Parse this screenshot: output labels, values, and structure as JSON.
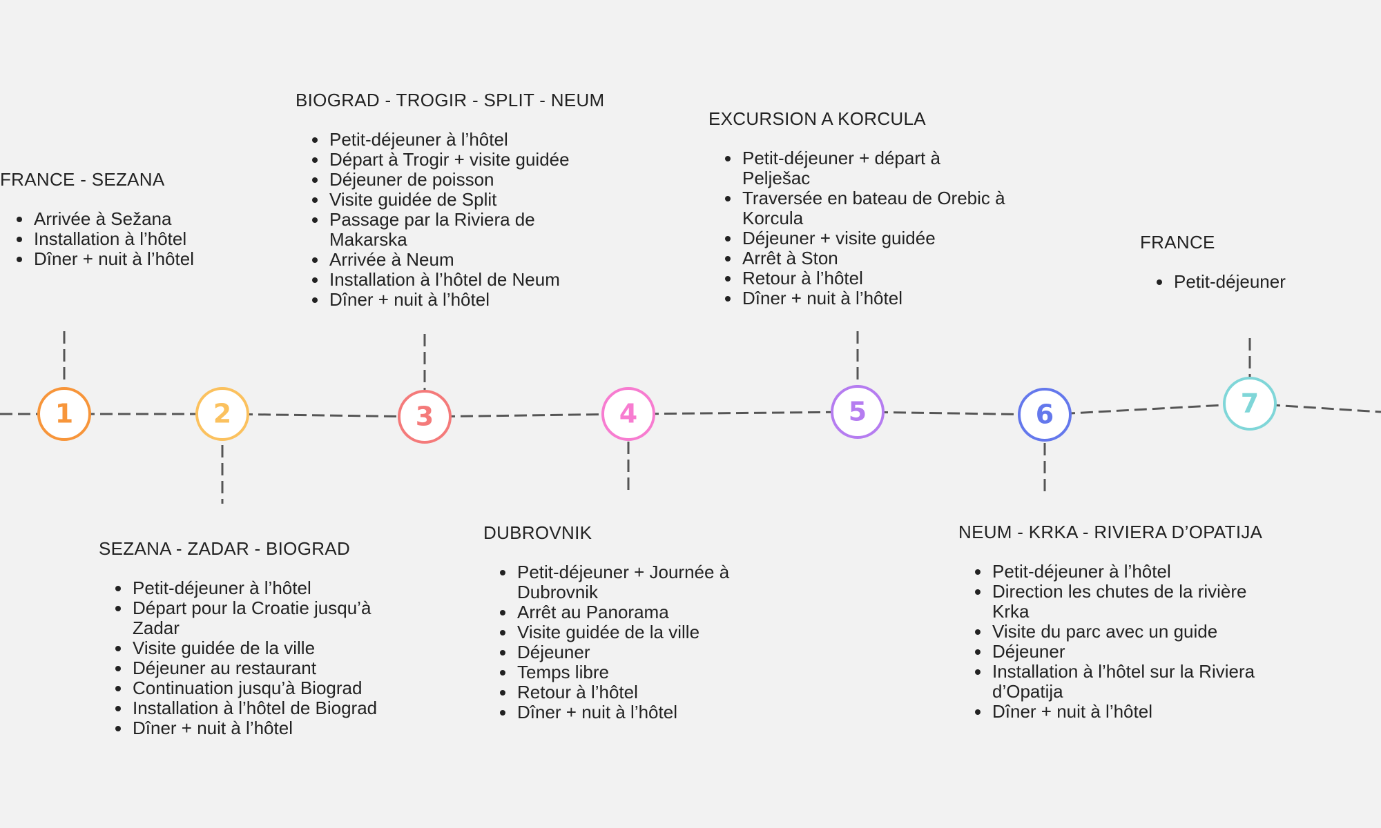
{
  "colors": {
    "background": "#f2f2f2",
    "connector": "#555555",
    "text": "#222222",
    "day_1": "#f7953a",
    "day_2": "#fbc15e",
    "day_3": "#f47a7a",
    "day_4": "#f77cd0",
    "day_5": "#b57cf0",
    "day_6": "#6478ec",
    "day_7": "#7fd6d8"
  },
  "days": [
    {
      "number": "1",
      "title": "FRANCE - SEZANA",
      "items": [
        "Arrivée à Sežana",
        "Installation à l’hôtel",
        "Dîner + nuit à l’hôtel"
      ]
    },
    {
      "number": "2",
      "title": "SEZANA - ZADAR - BIOGRAD",
      "items": [
        "Petit-déjeuner à l’hôtel",
        "Départ pour la Croatie jusqu’à Zadar",
        "Visite guidée de la ville",
        "Déjeuner au restaurant",
        "Continuation jusqu’à Biograd",
        "Installation à l’hôtel de Biograd",
        "Dîner + nuit à l’hôtel"
      ]
    },
    {
      "number": "3",
      "title": "BIOGRAD - TROGIR - SPLIT - NEUM",
      "items": [
        "Petit-déjeuner à l’hôtel",
        "Départ à Trogir + visite guidée",
        "Déjeuner de poisson",
        "Visite guidée de Split",
        "Passage par la Riviera de Makarska",
        "Arrivée à Neum",
        "Installation à l’hôtel de Neum",
        "Dîner + nuit à l’hôtel"
      ]
    },
    {
      "number": "4",
      "title": "DUBROVNIK",
      "items": [
        "Petit-déjeuner + Journée à Dubrovnik",
        "Arrêt au Panorama",
        "Visite guidée de la ville",
        "Déjeuner",
        "Temps libre",
        "Retour à l’hôtel",
        "Dîner + nuit à l’hôtel"
      ]
    },
    {
      "number": "5",
      "title": "EXCURSION A KORCULA",
      "items": [
        "Petit-déjeuner + départ à Pelješac",
        "Traversée en bateau de Orebic à Korcula",
        "Déjeuner + visite guidée",
        "Arrêt à Ston",
        "Retour à l’hôtel",
        "Dîner + nuit à l’hôtel"
      ]
    },
    {
      "number": "6",
      "title": "NEUM  - KRKA - RIVIERA D’OPATIJA",
      "items": [
        "Petit-déjeuner à l’hôtel",
        "Direction les chutes de la rivière Krka",
        "Visite du parc avec un guide",
        "Déjeuner",
        "Installation à l’hôtel sur la Riviera d’Opatija",
        "Dîner + nuit à l’hôtel"
      ]
    },
    {
      "number": "7",
      "title": "FRANCE",
      "items": [
        "Petit-déjeuner"
      ]
    }
  ]
}
